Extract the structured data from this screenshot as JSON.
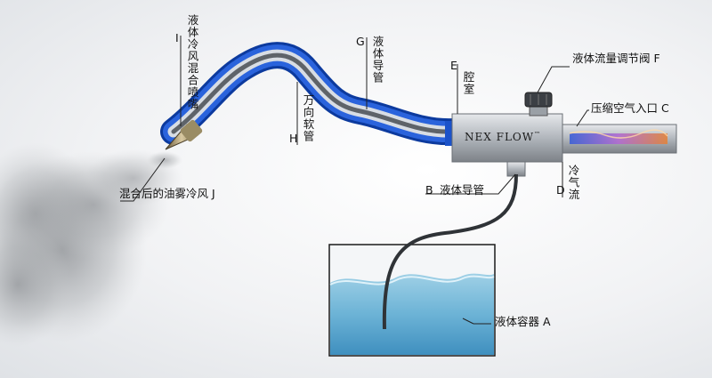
{
  "labels": {
    "nozzle_letter": "I",
    "nozzle": "液体冷风混合喷嘴",
    "hose_letter": "H",
    "hose": "万向软管",
    "guide_letter": "G",
    "guide": "液体导管",
    "chamber_letter": "E",
    "chamber": "腔室",
    "flow_valve": "液体流量调节阀 F",
    "air_inlet": "压缩空气入口 C",
    "cold_letter": "D",
    "cold_flow": "冷气流",
    "tube_letter": "B",
    "tube": "液体导管",
    "mixed": "混合后的油雾冷风 J",
    "container": "液体容器 A"
  },
  "brand": {
    "name": "NEX FLOW",
    "tm": "™"
  },
  "colors": {
    "hose_blue": "#1b52c9",
    "body_steel": "#b9bec4",
    "water": "#6fb7d8",
    "text": "#111111"
  }
}
